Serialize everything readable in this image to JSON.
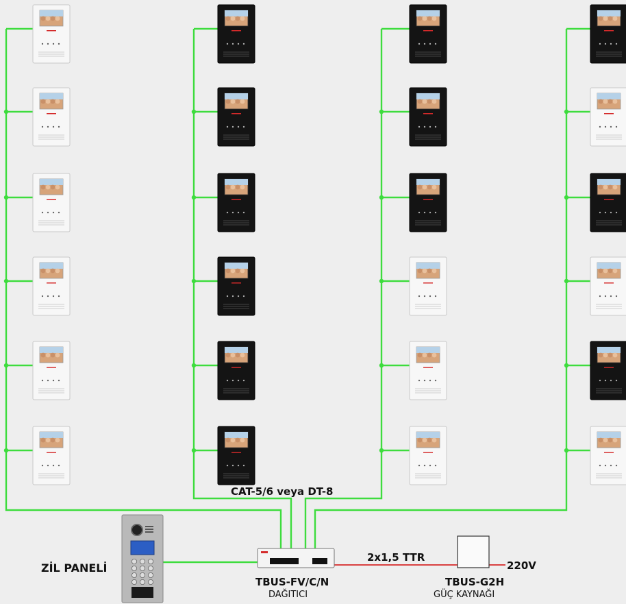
{
  "labels": {
    "cable": "CAT-5/6 veya DT-8",
    "power_cable": "2x1,5 TTR",
    "mains": "220V",
    "door_panel": "ZİL PANELİ",
    "distributor_model": "TBUS-FV/C/N",
    "distributor_name": "DAĞITICI",
    "psu_model": "TBUS-G2H",
    "psu_name": "GÜÇ KAYNAĞI"
  },
  "monitor_columns": [
    [
      "white",
      "white",
      "white",
      "white",
      "white",
      "white"
    ],
    [
      "black",
      "black",
      "black",
      "black",
      "black",
      "black"
    ],
    [
      "black",
      "black",
      "black",
      "white",
      "white",
      "white"
    ],
    [
      "black",
      "white",
      "black",
      "white",
      "black",
      "white"
    ]
  ],
  "colors": {
    "bus_line": "#3ddc3d",
    "power_line": "#d94040",
    "background": "#eeeeee",
    "monitor_black": "#141414",
    "monitor_white": "#f7f7f7"
  }
}
